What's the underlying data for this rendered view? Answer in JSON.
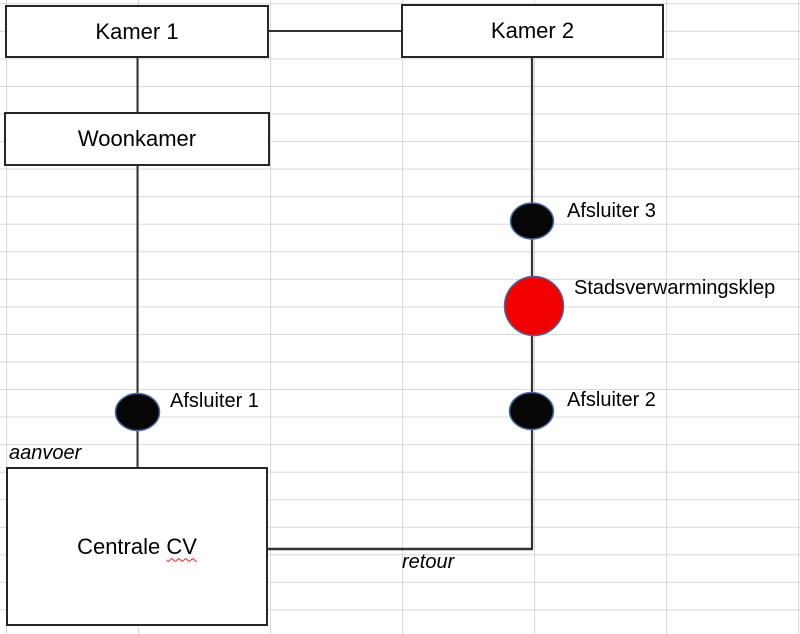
{
  "colors": {
    "grid": "#d8d8d8",
    "pipe": "#333333",
    "box_border": "#262626",
    "valve_black": "#060606",
    "valve_red": "#f20000",
    "valve_outline": "#4a67a0",
    "spellcheck_underline": "#e02020",
    "text": "#000000"
  },
  "boxes": {
    "kamer1": {
      "label": "Kamer 1"
    },
    "kamer2": {
      "label": "Kamer 2"
    },
    "woonkamer": {
      "label": "Woonkamer"
    },
    "centrale_cv": {
      "label_text": "Centrale ",
      "label_misspelled": "CV"
    }
  },
  "valves": {
    "afsluiter1": {
      "label": "Afsluiter 1",
      "color": "black"
    },
    "afsluiter2": {
      "label": "Afsluiter 2",
      "color": "black"
    },
    "afsluiter3": {
      "label": "Afsluiter 3",
      "color": "black"
    },
    "stadsverwarmingsklep": {
      "label": "Stadsverwarmingsklep",
      "color": "red"
    }
  },
  "flow_labels": {
    "supply": {
      "label": "aanvoer"
    },
    "return": {
      "label": "retour"
    }
  }
}
